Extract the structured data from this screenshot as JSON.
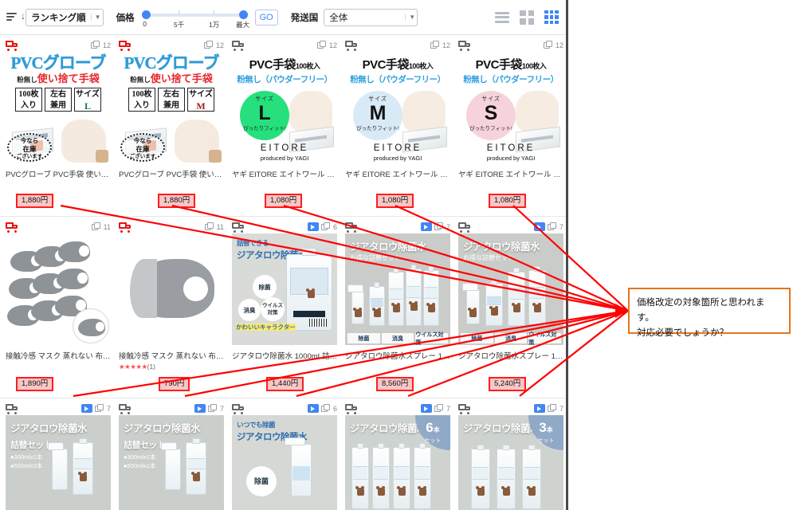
{
  "toolbar": {
    "sort_icon": "sort-descending-icon",
    "sort_value": "ランキング順",
    "price_label": "価格",
    "price_ticks": [
      "0",
      "5千",
      "1万",
      "最大"
    ],
    "go_label": "GO",
    "ship_label": "発送国",
    "ship_value": "全体",
    "views": [
      {
        "name": "list-view",
        "icon": "list-icon",
        "active": false
      },
      {
        "name": "grid2-view",
        "icon": "grid-2x2-icon",
        "active": false
      },
      {
        "name": "grid3-view",
        "icon": "grid-3x3-icon",
        "active": true
      }
    ]
  },
  "annotation": {
    "line1": "価格改定の対象箇所と思われます。",
    "line2": "対応必要でしょうか？",
    "border_color": "#e8741c",
    "arrow_color": "#ff0000"
  },
  "rows": [
    {
      "cards": [
        {
          "title": "PVCグローブ PVC手袋 使い捨...",
          "price": "1,880円",
          "img_count": "12",
          "has_video": false,
          "free_ship": true,
          "art": "pvc",
          "size": "L",
          "rating": "",
          "reviews": ""
        },
        {
          "title": "PVCグローブ PVC手袋 使い捨...",
          "price": "1,880円",
          "img_count": "12",
          "has_video": false,
          "free_ship": true,
          "art": "pvc",
          "size": "M",
          "rating": "",
          "reviews": ""
        },
        {
          "title": "ヤギ EITORE エイトワール PVC...",
          "price": "1,080円",
          "img_count": "12",
          "has_video": false,
          "free_ship": false,
          "art": "eitore",
          "size": "L",
          "rating": "",
          "reviews": ""
        },
        {
          "title": "ヤギ EITORE エイトワール PVC...",
          "price": "1,080円",
          "img_count": "12",
          "has_video": false,
          "free_ship": false,
          "art": "eitore",
          "size": "M",
          "rating": "",
          "reviews": ""
        },
        {
          "title": "ヤギ EITORE エイトワール PVC...",
          "price": "1,080円",
          "img_count": "12",
          "has_video": false,
          "free_ship": false,
          "art": "eitore",
          "size": "S",
          "rating": "",
          "reviews": ""
        }
      ]
    },
    {
      "cards": [
        {
          "title": "接触冷感 マスク 蒸れない 布素...",
          "price": "1,890円",
          "img_count": "11",
          "has_video": false,
          "free_ship": true,
          "art": "mask-multi",
          "size": "",
          "rating": "",
          "reviews": ""
        },
        {
          "title": "接触冷感 マスク 蒸れない 布素...",
          "price": "790円",
          "img_count": "11",
          "has_video": false,
          "free_ship": true,
          "art": "mask-one",
          "size": "",
          "rating": "★★★★★",
          "reviews": "(1)"
        },
        {
          "title": "ジアタロウ除菌水 1000mL詰替...",
          "price": "1,440円",
          "img_count": "6",
          "has_video": true,
          "free_ship": false,
          "art": "jia-refill",
          "size": "",
          "rating": "",
          "reviews": ""
        },
        {
          "title": "ジアタロウ除菌水スプレー 100m...",
          "price": "8,560円",
          "img_count": "7",
          "has_video": true,
          "free_ship": false,
          "art": "jia-set",
          "size": "",
          "rating": "",
          "reviews": ""
        },
        {
          "title": "ジアタロウ除菌水スプレー 100m",
          "price": "5,240円",
          "img_count": "7",
          "has_video": true,
          "free_ship": false,
          "art": "jia-set2",
          "size": "",
          "rating": "",
          "reviews": ""
        }
      ]
    },
    {
      "cards": [
        {
          "title": "",
          "price": "",
          "img_count": "7",
          "has_video": true,
          "free_ship": false,
          "art": "jia-kit3",
          "size": "",
          "rating": "",
          "reviews": ""
        },
        {
          "title": "",
          "price": "",
          "img_count": "7",
          "has_video": true,
          "free_ship": false,
          "art": "jia-kit2",
          "size": "",
          "rating": "",
          "reviews": ""
        },
        {
          "title": "",
          "price": "",
          "img_count": "6",
          "has_video": true,
          "free_ship": false,
          "art": "jia-spray",
          "size": "",
          "rating": "",
          "reviews": ""
        },
        {
          "title": "",
          "price": "",
          "img_count": "7",
          "has_video": true,
          "free_ship": false,
          "art": "jia-6set",
          "size": "",
          "rating": "",
          "reviews": ""
        },
        {
          "title": "",
          "price": "",
          "img_count": "7",
          "has_video": true,
          "free_ship": false,
          "art": "jia-3set",
          "size": "",
          "rating": "",
          "reviews": ""
        }
      ]
    }
  ],
  "artwork": {
    "pvc": {
      "t1": "PVCグローブ",
      "t2_small": "粉無し",
      "t2": "使い捨て手袋",
      "b1": "100枚入り",
      "b2": "左右兼用",
      "b3": "サイズ",
      "stamp1": "今なら",
      "stamp2": "在庫",
      "stamp3": "ございます"
    },
    "eitore": {
      "h1": "PVC手袋",
      "h1_small": "100枚入",
      "h2": "粉無し（パウダーフリー）",
      "c_top": "サイズ",
      "c_bottom": "ぴったりフィット!",
      "brand": "EITORE",
      "brand_sub": "produced by YAGI"
    },
    "jia": {
      "title": "ジアタロウ除菌水",
      "refill_title": "詰替できる",
      "sub_set": "お得な詰替セット",
      "sub_kit": "詰替セット",
      "anytime": "いつでも除菌",
      "b1": "除菌",
      "b2": "消臭",
      "b3": "ウイルス対策",
      "cute": "かわいいキャラクター",
      "ml300": "●300mlx1本",
      "ml500_2": "●500mlx2本",
      "ml500_1": "●500mlx1本",
      "set6": "6",
      "set3": "3",
      "hon": "本",
      "setto": "セット"
    }
  }
}
